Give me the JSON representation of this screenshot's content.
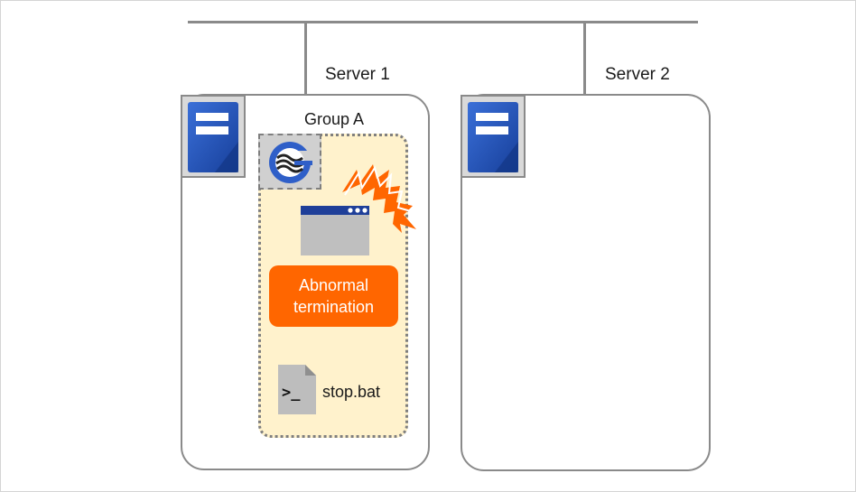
{
  "servers": [
    {
      "label": "Server 1"
    },
    {
      "label": "Server 2"
    }
  ],
  "group": {
    "label": "Group A",
    "status_badge": "Abnormal\ntermination",
    "status_badge_line1": "Abnormal",
    "status_badge_line2": "termination",
    "script_file": "stop.bat"
  },
  "icons": {
    "server": "server-icon",
    "cluster_resource": "cluster-logo-icon",
    "application_window": "application-window-icon",
    "failure": "lightning-bolt-icon",
    "script": "script-file-icon"
  },
  "colors": {
    "alert": "#ff6600",
    "server_blue": "#1f4fb3",
    "group_fill": "#fff2cc"
  }
}
